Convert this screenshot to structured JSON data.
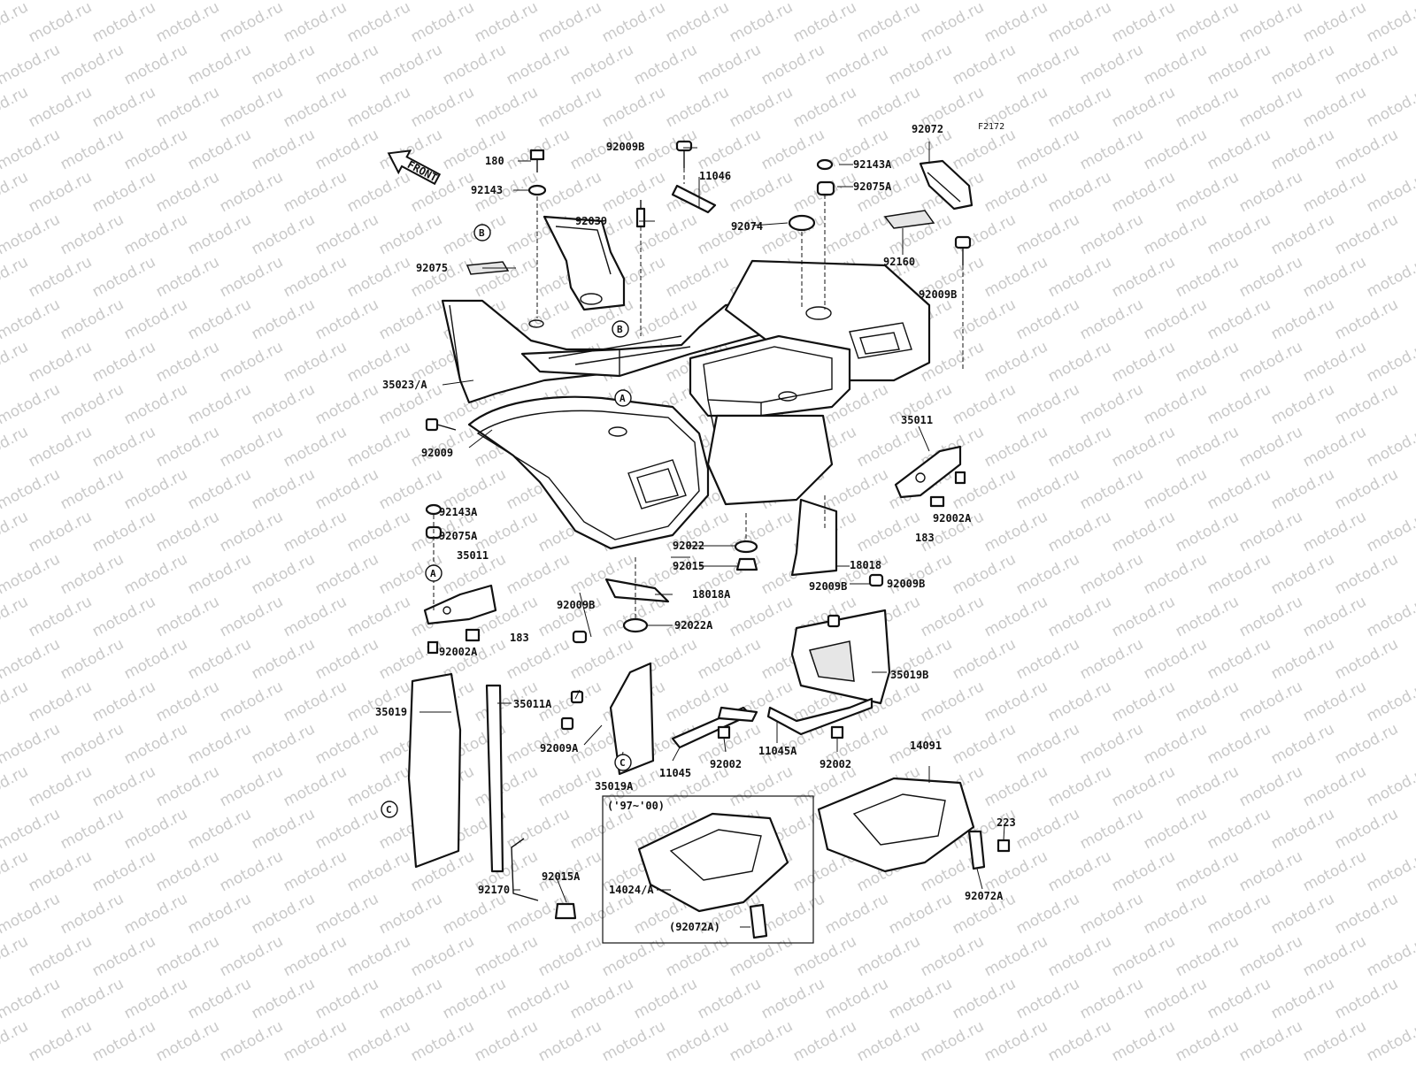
{
  "diagram": {
    "ref_code": "F2172",
    "front_label": "FRONT",
    "variant_label": "('97~'00)",
    "watermark": "motod.ru",
    "callout_markers": [
      "A",
      "B",
      "C"
    ],
    "part_labels": [
      "92072",
      "92009B",
      "92143A",
      "11046",
      "180",
      "92075A",
      "92143",
      "92039",
      "92074",
      "92075",
      "92160",
      "92009B",
      "35023/A",
      "92009",
      "35011",
      "92143A",
      "92075A",
      "35011",
      "183",
      "92002A",
      "183",
      "92002A",
      "92022",
      "92015",
      "18018",
      "18018A",
      "92009B",
      "92009B",
      "92022A",
      "92009B",
      "35019B",
      "35019",
      "35011A",
      "92009A",
      "35019A",
      "11045",
      "92002",
      "11045A",
      "92002",
      "14091",
      "223",
      "92072A",
      "92015A",
      "92170",
      "14024/A",
      "(92072A)"
    ]
  }
}
